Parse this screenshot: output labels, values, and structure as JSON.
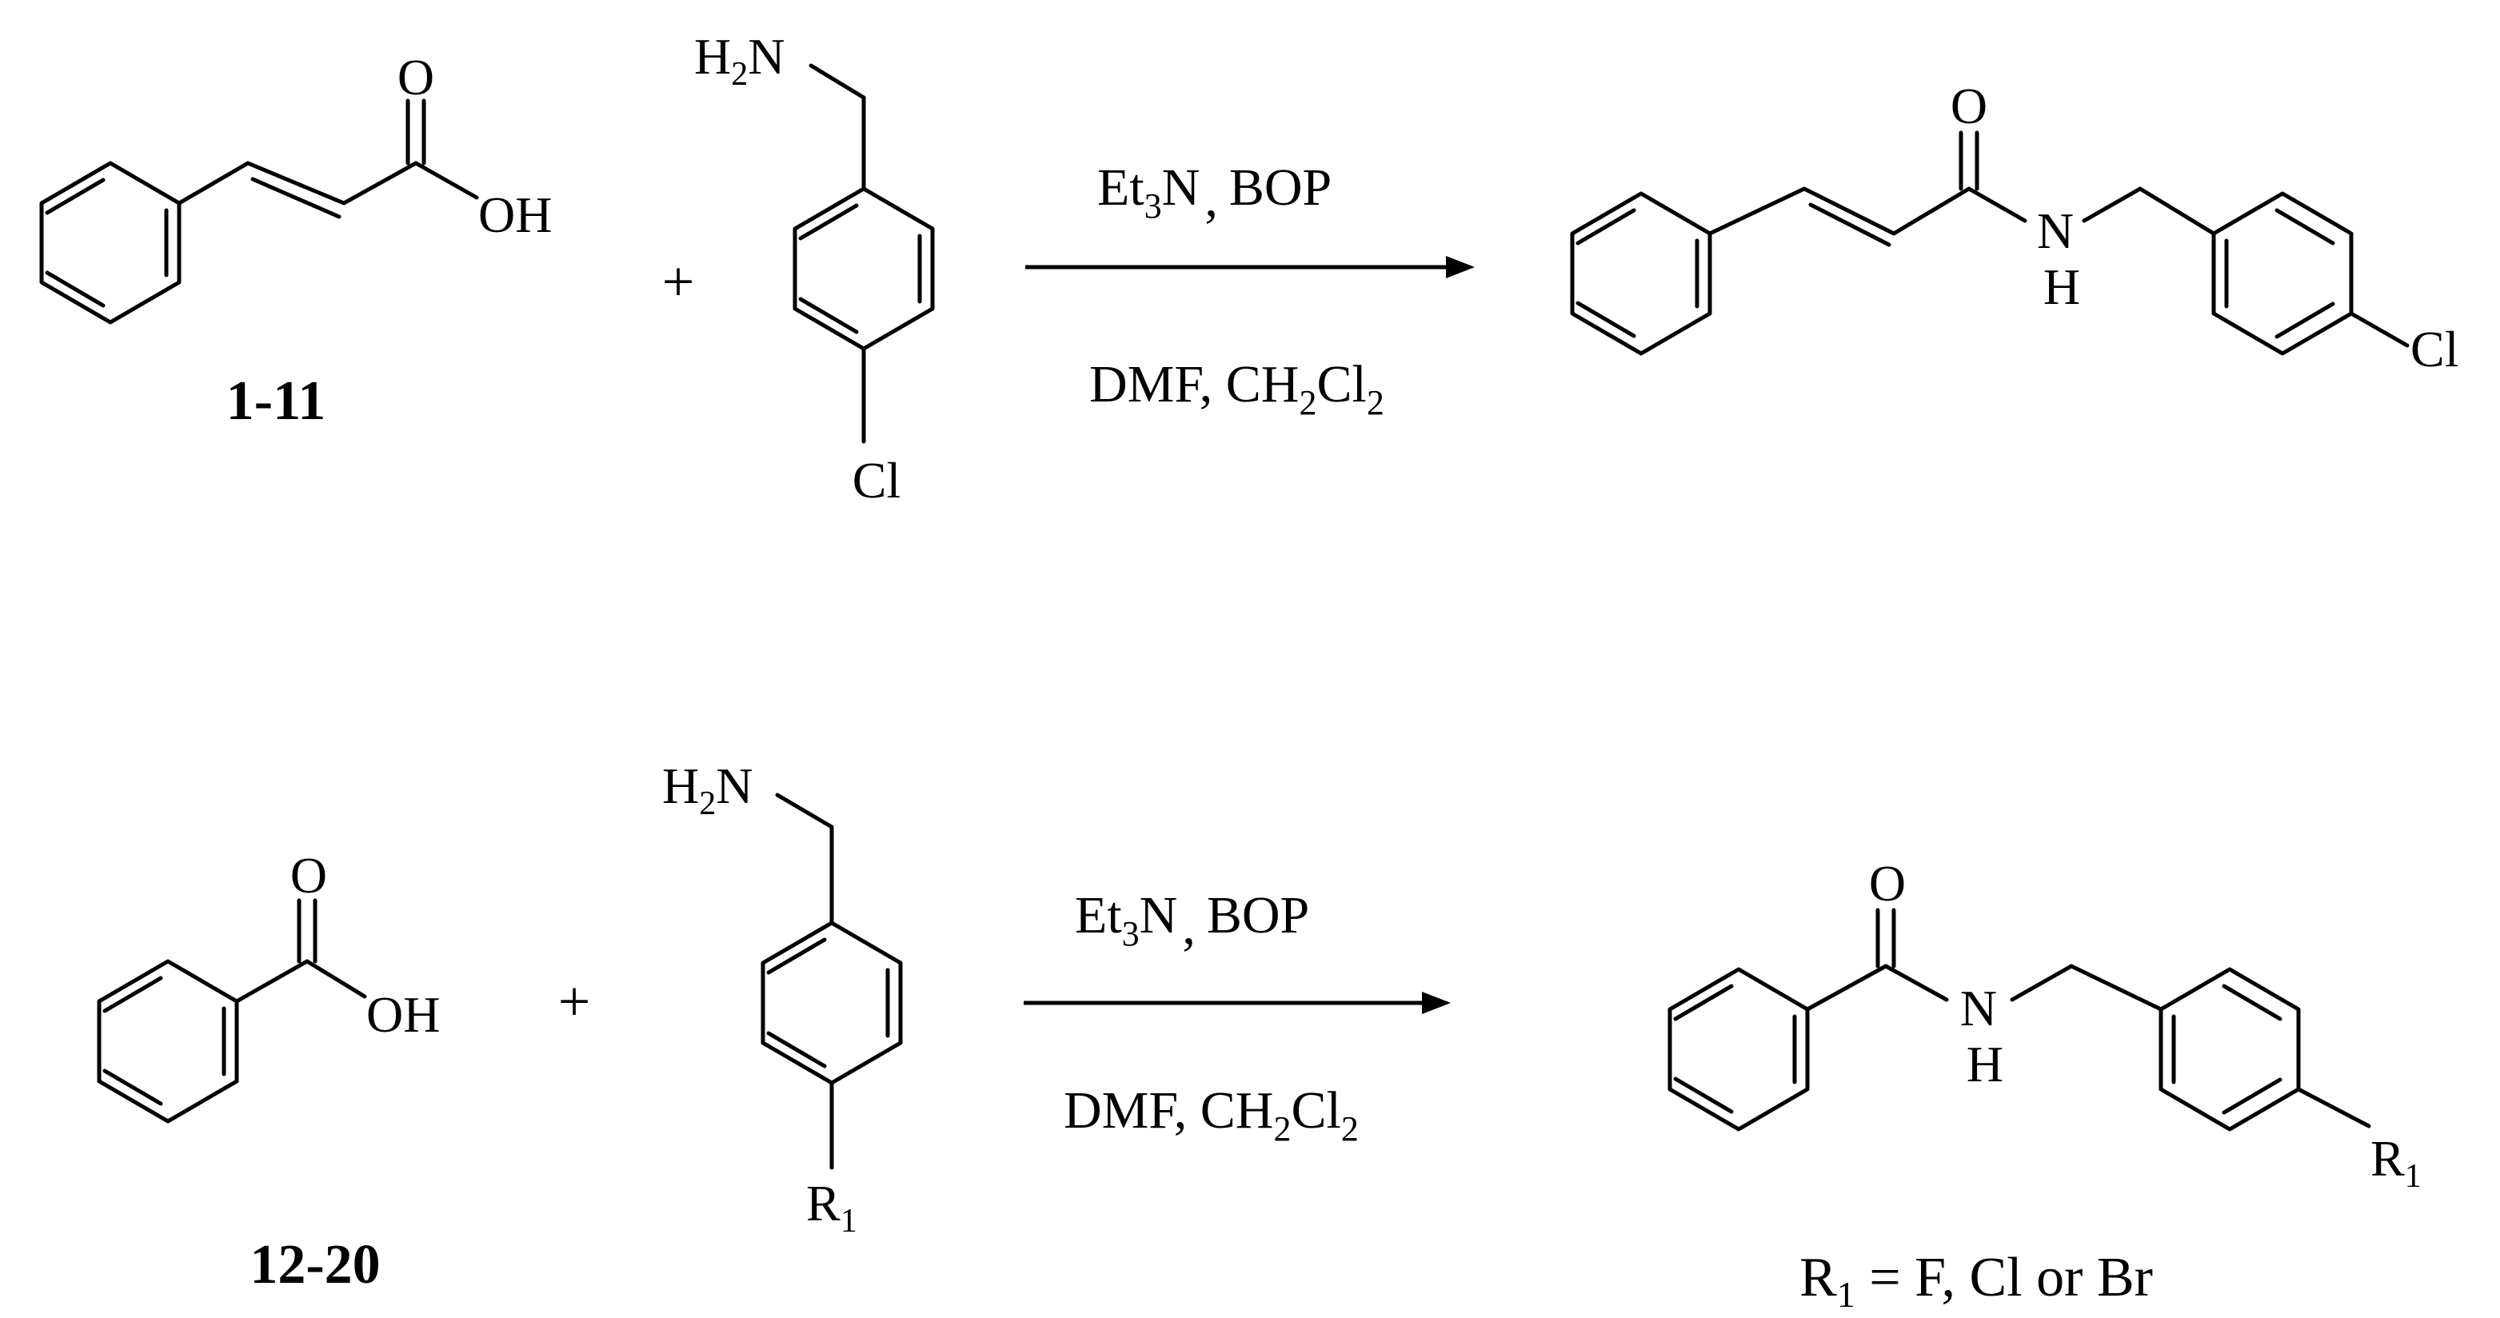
{
  "reaction_1": {
    "acid": {
      "oh": "OH",
      "o": "O",
      "label": "1-11"
    },
    "amine": {
      "nh2_h": "H",
      "nh2_sub": "2",
      "nh2_n": "N",
      "substituent": "Cl"
    },
    "plus": "+",
    "conditions": {
      "reagent_a": "Et",
      "reagent_a_sub": "3",
      "reagent_a_tail": "N",
      "sep": ",",
      "reagent_b": "BOP",
      "solvent": "DMF, CH",
      "solvent_sub1": "2",
      "solvent_mid": "Cl",
      "solvent_sub2": "2"
    },
    "product": {
      "o": "O",
      "n": "N",
      "h": "H",
      "substituent": "Cl"
    }
  },
  "reaction_2": {
    "acid": {
      "oh": "OH",
      "o": "O",
      "label": "12-20"
    },
    "amine": {
      "nh2_h": "H",
      "nh2_sub": "2",
      "nh2_n": "N",
      "r": "R",
      "r_sub": "1"
    },
    "plus": "+",
    "conditions": {
      "reagent_a": "Et",
      "reagent_a_sub": "3",
      "reagent_a_tail": "N",
      "sep": ",",
      "reagent_b": "BOP",
      "solvent": "DMF, CH",
      "solvent_sub1": "2",
      "solvent_mid": "Cl",
      "solvent_sub2": "2"
    },
    "product": {
      "o": "O",
      "n": "N",
      "h": "H",
      "r": "R",
      "r_sub": "1",
      "note_r": "R",
      "note_sub": "1",
      "note_text": " = F, Cl or Br"
    }
  }
}
